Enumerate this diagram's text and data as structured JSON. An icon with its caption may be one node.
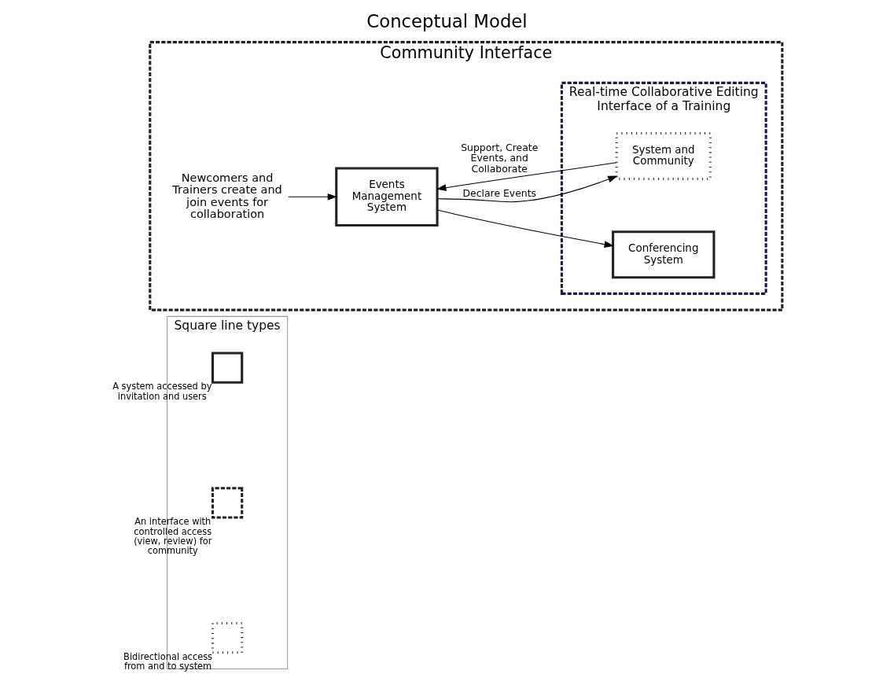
{
  "diagram": {
    "title": "Conceptual Model",
    "nodes": [
      {
        "text": [
          "Community Interface"
        ]
      },
      {
        "text": [
          "Newcomers and Trainers create and join events for collaboration"
        ],
        "in": 0
      },
      {
        "text": [
          "Events Management System"
        ],
        "in": 0
      },
      {
        "text": [
          "Real-time Collaborative Editing Interface of a Training"
        ],
        "in": 0
      },
      {
        "text": [
          "Conferencing System"
        ],
        "in": 3
      },
      {
        "text": [
          "System and Community"
        ],
        "in": 3
      },
      {
        "text": [
          "Square line types"
        ]
      },
      {
        "text": [],
        "shape": "box",
        "in": 6,
        "beside": [
          "A system accessed by invitation and users"
        ]
      },
      {
        "text": [],
        "shape": "box",
        "in": 6,
        "beside": [
          "An interface with controlled access (view, review) for community"
        ]
      },
      {
        "text": [],
        "shape": "box",
        "in": 6,
        "beside": [
          "Bidirectional access from and to system"
        ]
      }
    ],
    "edges": [
      {
        "from": 1,
        "to": 2,
        "arrow": "to"
      },
      {
        "from": 2,
        "to": 4,
        "arrow": "to"
      },
      {
        "from": 2,
        "to": 5,
        "arrow": "to",
        "label": "Declare Events"
      },
      {
        "from": 5,
        "to": 2,
        "arrow": "to",
        "label": "Support, Create Events, and Collaborate"
      }
    ]
  }
}
